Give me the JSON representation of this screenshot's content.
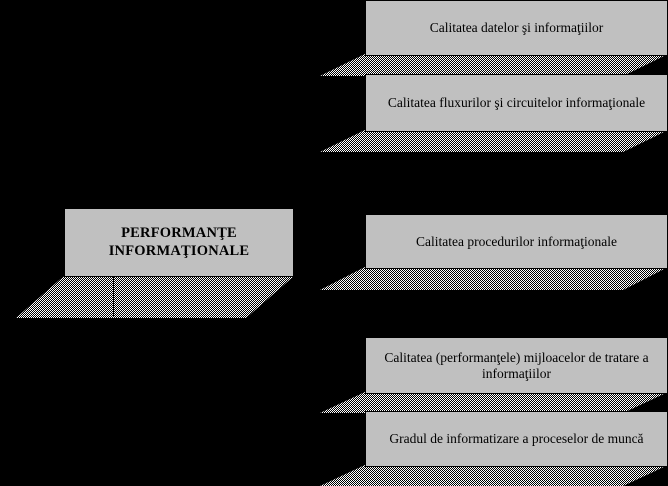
{
  "diagram": {
    "title": "PERFORMANTE INFORMATIONALE",
    "colors": {
      "background": "#000000",
      "block_face": "#c0c0c0",
      "block_border": "#000000",
      "shadow_dither": "#808080",
      "text": "#000000"
    },
    "main_node": {
      "id": "performante-informationale",
      "line1": "PERFORMANŢE",
      "line2": "INFORMAŢIONALE",
      "text": "PERFORMANŢE INFORMAŢIONALE"
    },
    "nodes": [
      {
        "id": "calitatea-datelor",
        "text": "Calitatea datelor şi informaţiilor"
      },
      {
        "id": "calitatea-fluxurilor",
        "text": "Calitatea fluxurilor şi circuitelor informaţionale"
      },
      {
        "id": "calitatea-procedurilor",
        "text": "Calitatea procedurilor informaţionale"
      },
      {
        "id": "calitatea-mijloacelor",
        "text": "Calitatea (performanţele) mijloacelor de tratare a informaţiilor"
      },
      {
        "id": "gradul-informatizare",
        "text": "Gradul de informatizare a proceselor de muncă"
      }
    ]
  }
}
